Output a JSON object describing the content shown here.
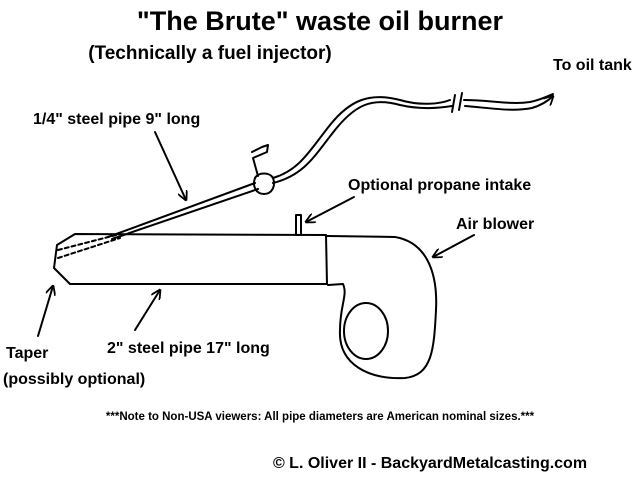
{
  "title": "\"The Brute\" waste oil burner",
  "subtitle": "(Technically a fuel injector)",
  "labels": {
    "oil_tank": "To oil tank",
    "fuel_pipe": "1/4\" steel pipe 9\" long",
    "propane": "Optional propane intake",
    "blower": "Air blower",
    "main_pipe": "2\" steel pipe 17\" long",
    "taper_line1": "Taper",
    "taper_line2": "(possibly optional)"
  },
  "note": "***Note to Non-USA viewers: All pipe diameters are American nominal sizes.***",
  "copyright": "© L. Oliver II - BackyardMetalcasting.com"
}
